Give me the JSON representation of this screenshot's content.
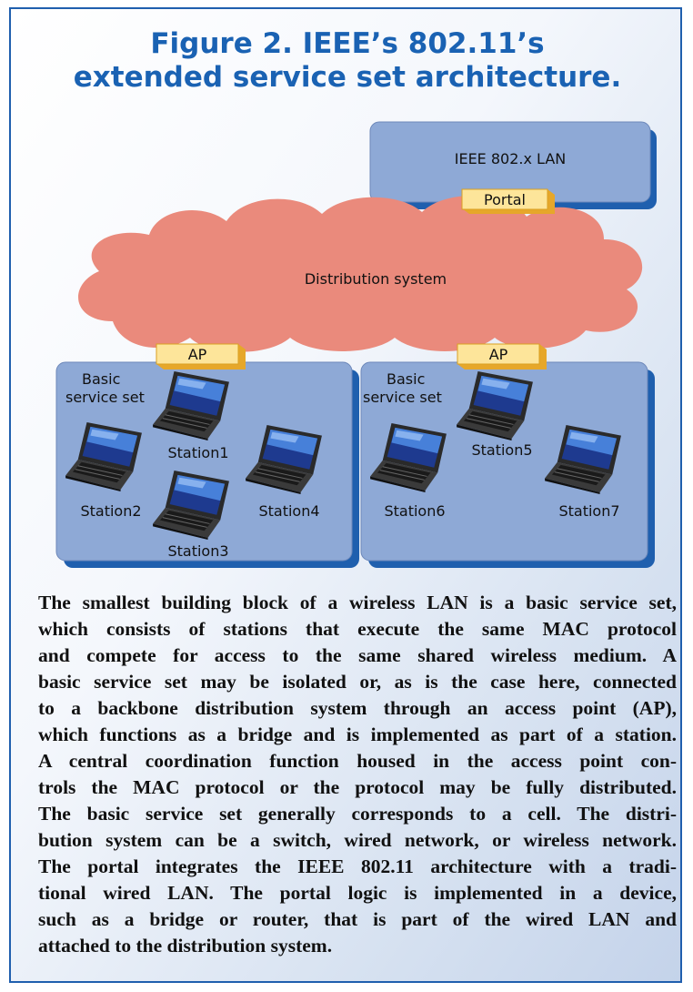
{
  "figure": {
    "title_lines": [
      "Figure 2. IEEE’s 802.11’s",
      "extended service set architecture."
    ]
  },
  "diagram": {
    "lan_label": "IEEE 802.x LAN",
    "portal_label": "Portal",
    "distribution_label": "Distribution system",
    "bss_left": {
      "title_lines": [
        "Basic",
        "service set"
      ],
      "ap_label": "AP",
      "stations": [
        "Station1",
        "Station2",
        "Station3",
        "Station4"
      ]
    },
    "bss_right": {
      "title_lines": [
        "Basic",
        "service set"
      ],
      "ap_label": "AP",
      "stations": [
        "Station5",
        "Station6",
        "Station7"
      ]
    },
    "icon": "laptop-icon",
    "colors": {
      "box_fill": "#8ea9d6",
      "box_shadow": "#1f5fae",
      "cloud": "#ea8a7c",
      "tab_fill": "#fde59a",
      "tab_border": "#d9a021",
      "title": "#1a62b3"
    }
  },
  "caption_lines": [
    "The smallest building block of a wireless LAN is a basic service set,",
    "which consists of stations that execute the same MAC protocol",
    "and compete for access to the same shared wireless medium. A",
    "basic service set may be isolated or, as is the case here, connected",
    "to a backbone distribution system through an access point (AP),",
    "which functions as a bridge and is implemented as part of a station.",
    "A central coordination function housed in the access point con-",
    "trols the MAC protocol or the protocol may be fully distributed.",
    "The basic service set generally corresponds to a cell. The distri-",
    "bution system can be a switch, wired network, or wireless network.",
    "The portal integrates the IEEE 802.11 architecture with a tradi-",
    "tional wired LAN. The portal logic is implemented in a device,",
    "such as a bridge or router, that is part of the wired LAN and",
    "attached to the distribution system."
  ]
}
